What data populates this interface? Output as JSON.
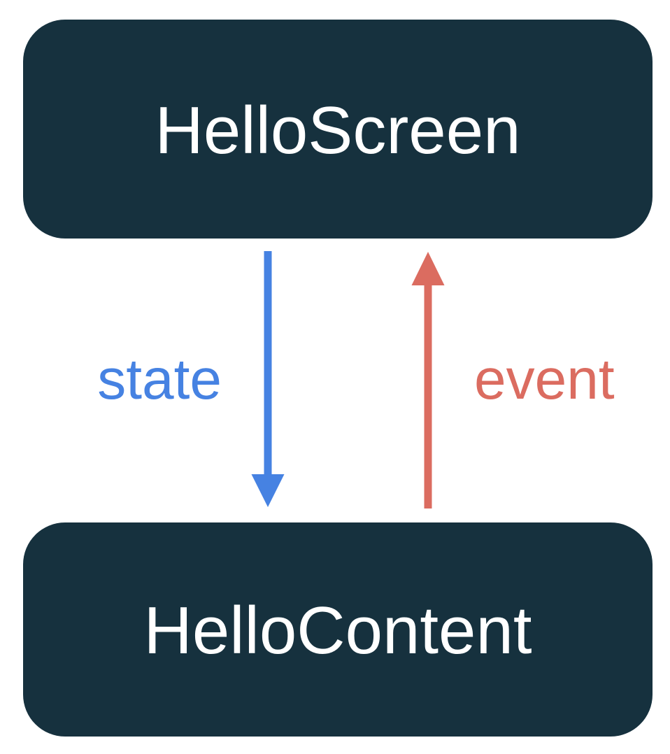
{
  "diagram": {
    "background_color": "#FFFFFF",
    "nodes": [
      {
        "id": "hello-screen",
        "label": "HelloScreen",
        "fill": "#16313E",
        "text_color": "#FFFFFF"
      },
      {
        "id": "hello-content",
        "label": "HelloContent",
        "fill": "#16313E",
        "text_color": "#FFFFFF"
      }
    ],
    "edges": [
      {
        "id": "state",
        "label": "state",
        "color": "#4682E2",
        "direction": "down",
        "from": "HelloScreen",
        "to": "HelloContent"
      },
      {
        "id": "event",
        "label": "event",
        "color": "#DB6C60",
        "direction": "up",
        "from": "HelloContent",
        "to": "HelloScreen"
      }
    ]
  }
}
